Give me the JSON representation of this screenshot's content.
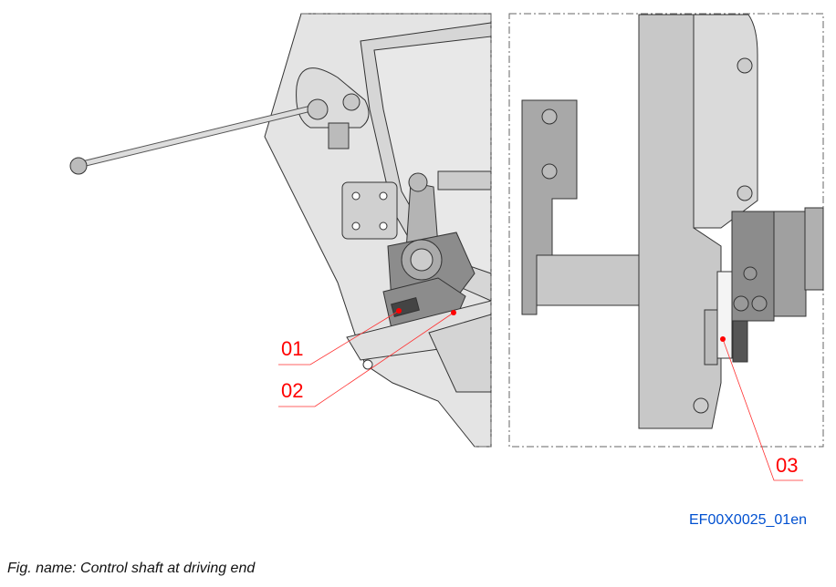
{
  "callouts": [
    {
      "id": "01"
    },
    {
      "id": "02"
    },
    {
      "id": "03"
    }
  ],
  "figure_id": "EF00X0025_01en",
  "caption": "Fig. name: Control shaft at driving end",
  "colors": {
    "callout": "#ff0000",
    "figure_id": "#0050d0",
    "part_fill": "#c8c8c8",
    "part_dark": "#8c8c8c"
  }
}
